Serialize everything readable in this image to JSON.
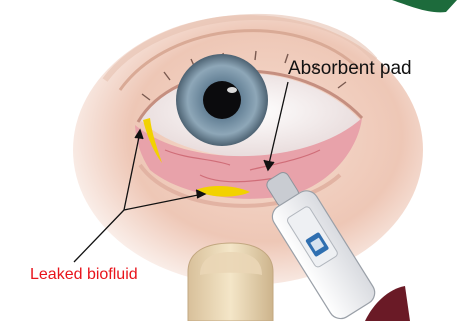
{
  "labels": {
    "absorbent_pad": "Absorbent pad",
    "leaked_biofluid": "Leaked biofluid"
  },
  "colors": {
    "leaked_biofluid_text": "#e8141c",
    "biofluid": "#f2d200",
    "iris": "#7f96a8",
    "sclera": "#f4ecec",
    "conjunctiva": "#e8a2aa",
    "skin": "#f1d2c3",
    "device_body": "#f3f3f5",
    "device_window": "#2f6fb0",
    "corner_accent": "#1d6b3c"
  },
  "icons": {
    "eye": "eye-illustration",
    "device": "test-strip-device",
    "finger": "finger-illustration"
  }
}
